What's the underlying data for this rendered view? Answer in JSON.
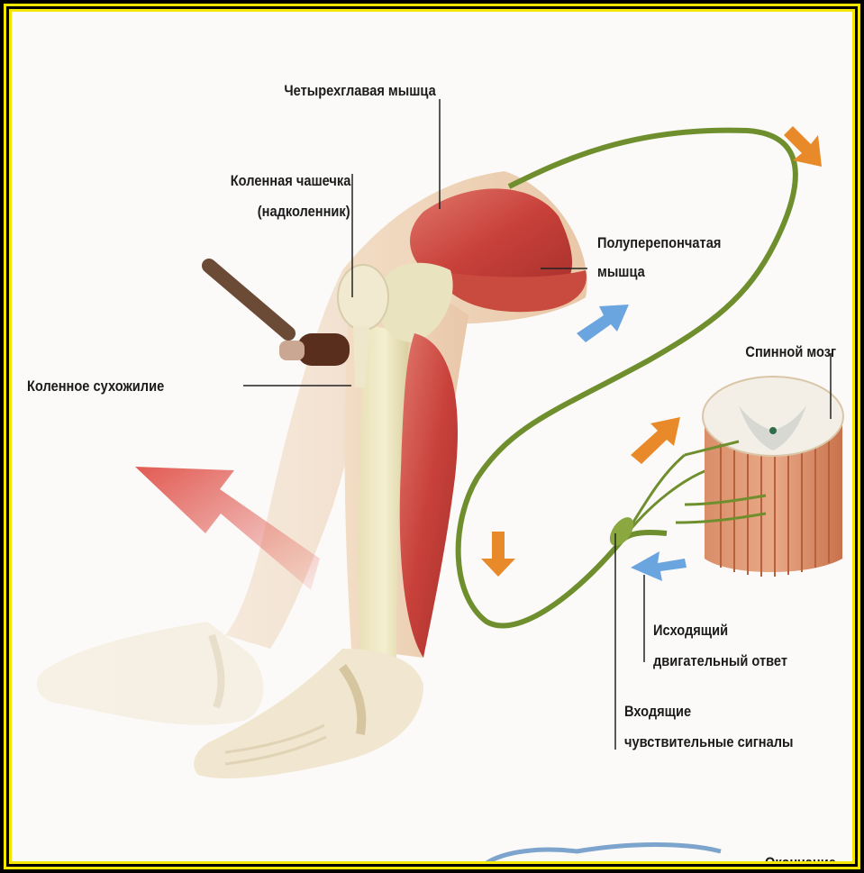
{
  "labels": {
    "quadriceps": "Четырехглавая мышца",
    "kneecap_line1": "Коленная чашечка",
    "kneecap_line2": "(надколенник)",
    "semimembranosus_line1": "Полуперепончатая",
    "semimembranosus_line2": "мышца",
    "spinal_cord": "Спинной мозг",
    "patellar_tendon": "Коленное сухожилие",
    "motor_line1": "Исходящий",
    "motor_line2": "двигательный ответ",
    "sensory_line1": "Входящие",
    "sensory_line2": "чувствительные сигналы",
    "cut_off_text": "Окончание"
  },
  "colors": {
    "frame_yellow": "#f3e600",
    "nerve_green": "#6f8f2e",
    "muscle_red": "#c8413a",
    "arrow_orange": "#e88a2a",
    "arrow_blue": "#6aa5e0",
    "movement_arrow": "#e0524a"
  }
}
